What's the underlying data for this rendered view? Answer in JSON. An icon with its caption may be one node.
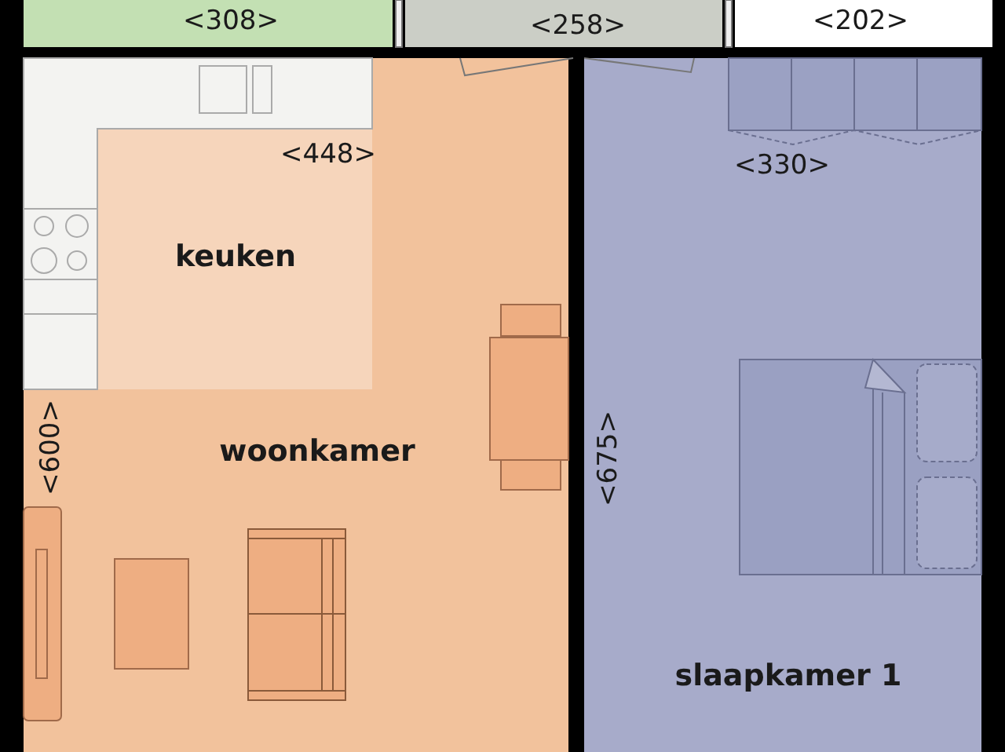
{
  "diagram": {
    "nodes": [
      {
        "text": [
          "<308>"
        ]
      },
      {
        "text": [
          "<258>"
        ]
      },
      {
        "text": [
          "<202>"
        ]
      },
      {
        "text": [
          "woonkamer",
          "<600>"
        ]
      },
      {
        "text": [
          "<448>",
          "keuken"
        ],
        "in": 3
      },
      {
        "text": [
          "<330>",
          "<675>",
          "slaapkamer 1"
        ]
      }
    ]
  }
}
